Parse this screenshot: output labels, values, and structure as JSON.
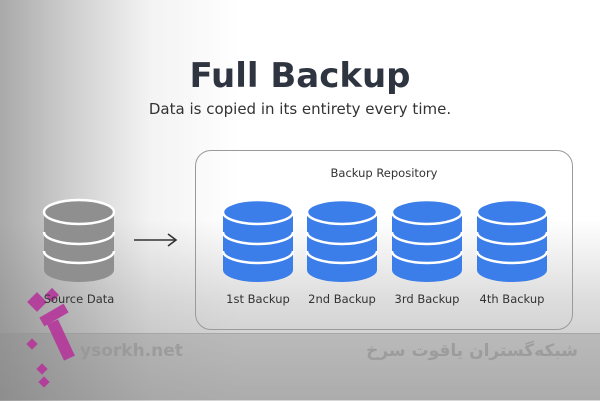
{
  "title": "Full Backup",
  "subtitle": "Data is copied in its entirety every time.",
  "source": {
    "label": "Source Data",
    "color": "#8f8f8f"
  },
  "repository": {
    "label": "Backup Repository",
    "color": "#3b7de9",
    "backups": [
      {
        "label": "1st Backup"
      },
      {
        "label": "2nd Backup"
      },
      {
        "label": "3rd Backup"
      },
      {
        "label": "4th Backup"
      }
    ]
  },
  "watermark": {
    "url": "ysorkh.net",
    "text": "شبکه‌گستران یاقوت سرخ"
  }
}
